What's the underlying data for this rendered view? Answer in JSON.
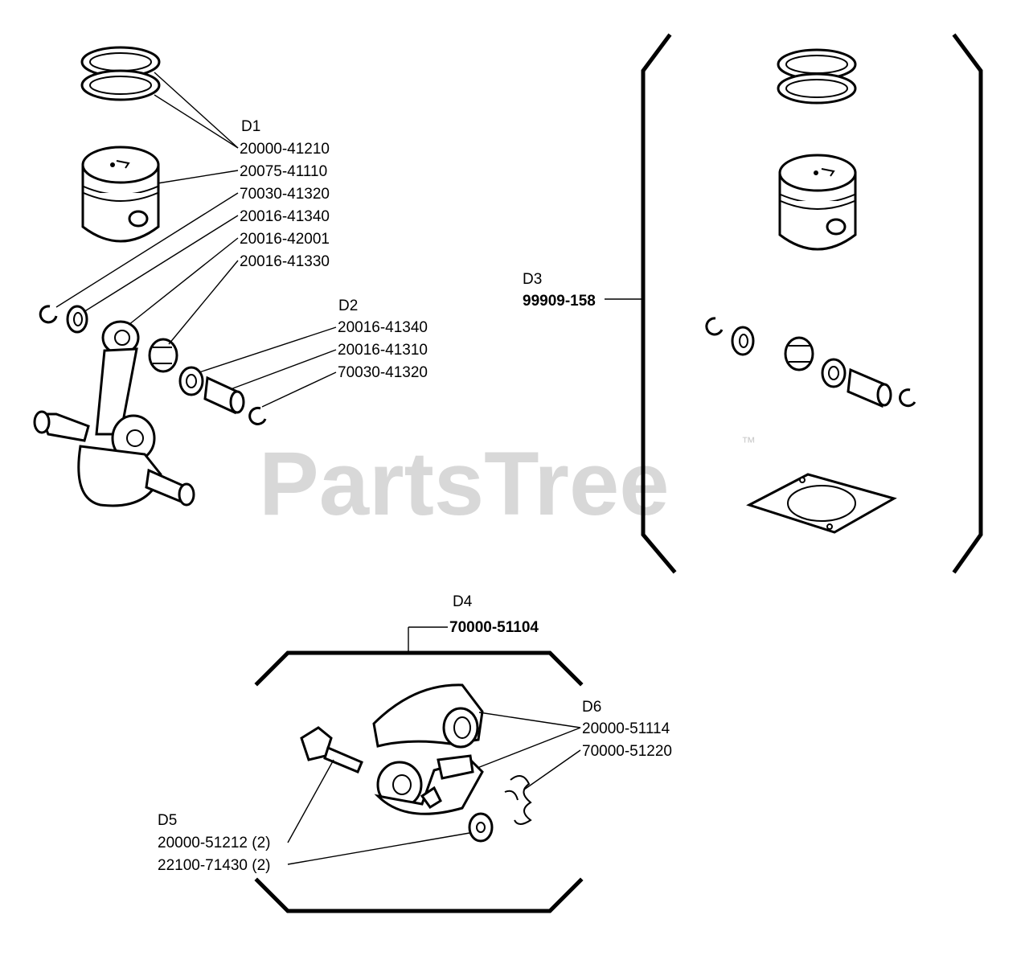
{
  "watermark": {
    "text": "PartsTree",
    "trademark": "™"
  },
  "groups": {
    "d1": {
      "label": "D1",
      "parts": [
        "20000-41210",
        "20075-41110",
        "70030-41320",
        "20016-41340",
        "20016-42001",
        "20016-41330"
      ]
    },
    "d2": {
      "label": "D2",
      "parts": [
        "20016-41340",
        "20016-41310",
        "70030-41320"
      ]
    },
    "d3": {
      "label": "D3",
      "part": "99909-158"
    },
    "d4": {
      "label": "D4",
      "part": "70000-51104"
    },
    "d5": {
      "label": "D5",
      "parts": [
        "20000-51212 (2)",
        "22100-71430 (2)"
      ]
    },
    "d6": {
      "label": "D6",
      "parts": [
        "20000-51114",
        "70000-51220"
      ]
    }
  }
}
